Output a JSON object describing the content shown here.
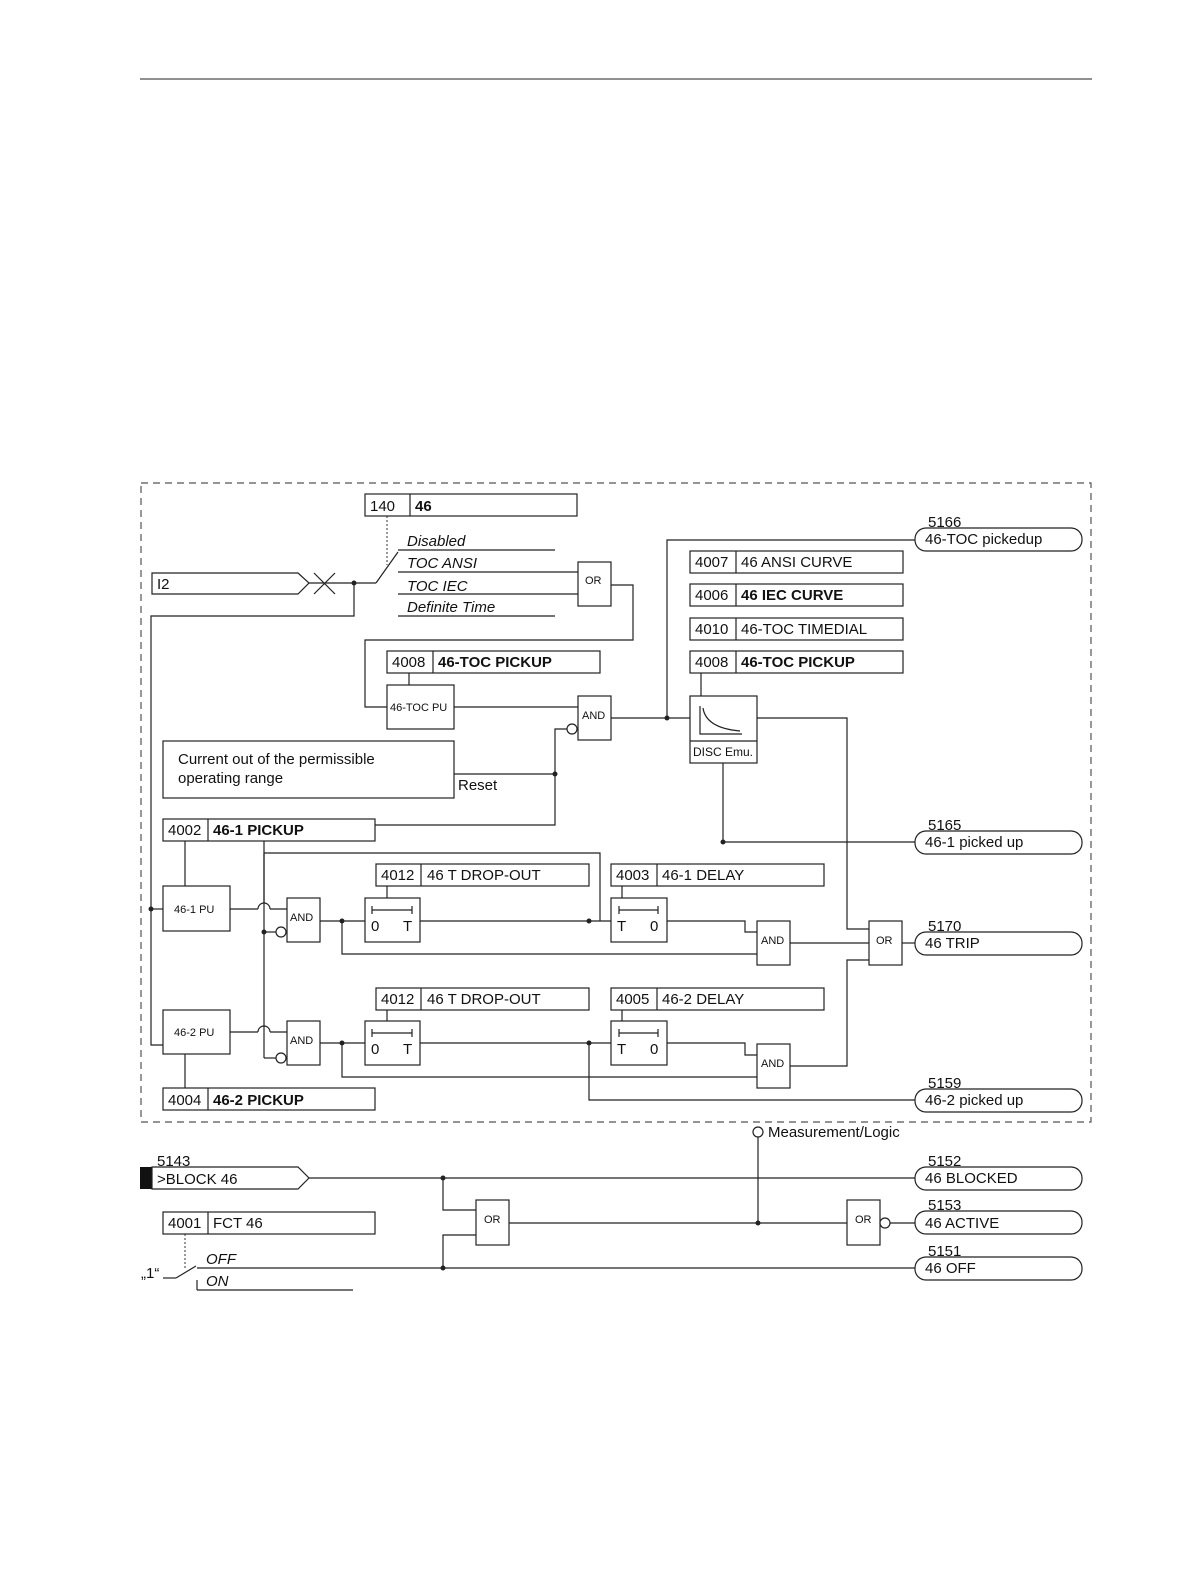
{
  "mode_param": {
    "num": "140",
    "name": "46"
  },
  "modes": [
    "Disabled",
    "TOC ANSI",
    "TOC IEC",
    "Definite Time"
  ],
  "input": {
    "i2": "I2",
    "block": ">BLOCK 46",
    "block_num": "5143"
  },
  "params": {
    "p4007": {
      "num": "4007",
      "name": "46 ANSI CURVE"
    },
    "p4006": {
      "num": "4006",
      "name": "46 IEC CURVE"
    },
    "p4010": {
      "num": "4010",
      "name": "46-TOC TIMEDIAL"
    },
    "p4008b": {
      "num": "4008",
      "name": "46-TOC PICKUP"
    },
    "p4008a": {
      "num": "4008",
      "name": "46-TOC PICKUP"
    },
    "p4002": {
      "num": "4002",
      "name": "46-1 PICKUP"
    },
    "p4012a": {
      "num": "4012",
      "name": "46 T DROP-OUT"
    },
    "p4003": {
      "num": "4003",
      "name": "46-1 DELAY"
    },
    "p4012b": {
      "num": "4012",
      "name": "46 T DROP-OUT"
    },
    "p4005": {
      "num": "4005",
      "name": "46-2 DELAY"
    },
    "p4004": {
      "num": "4004",
      "name": "46-2 PICKUP"
    },
    "p4001": {
      "num": "4001",
      "name": "FCT 46"
    }
  },
  "blocks": {
    "toc_pu": "46-TOC PU",
    "pu1": "46-1 PU",
    "pu2": "46-2 PU",
    "disc": "DISC Emu.",
    "note": [
      "Current out of the permissible",
      "operating range"
    ],
    "reset": "Reset",
    "and": "AND",
    "or": "OR",
    "timer_0": "0",
    "timer_t": "T"
  },
  "outputs": [
    {
      "num": "5166",
      "label": "46-TOC pickedup"
    },
    {
      "num": "5165",
      "label": "46-1 picked up"
    },
    {
      "num": "5170",
      "label": "46 TRIP"
    },
    {
      "num": "5159",
      "label": "46-2 picked up"
    },
    {
      "num": "5152",
      "label": "46 BLOCKED"
    },
    {
      "num": "5153",
      "label": "46 ACTIVE"
    },
    {
      "num": "5151",
      "label": "46 OFF"
    }
  ],
  "measurement": "Measurement/Logic",
  "fct": {
    "one": "„1“",
    "off": "OFF",
    "on": "ON"
  }
}
